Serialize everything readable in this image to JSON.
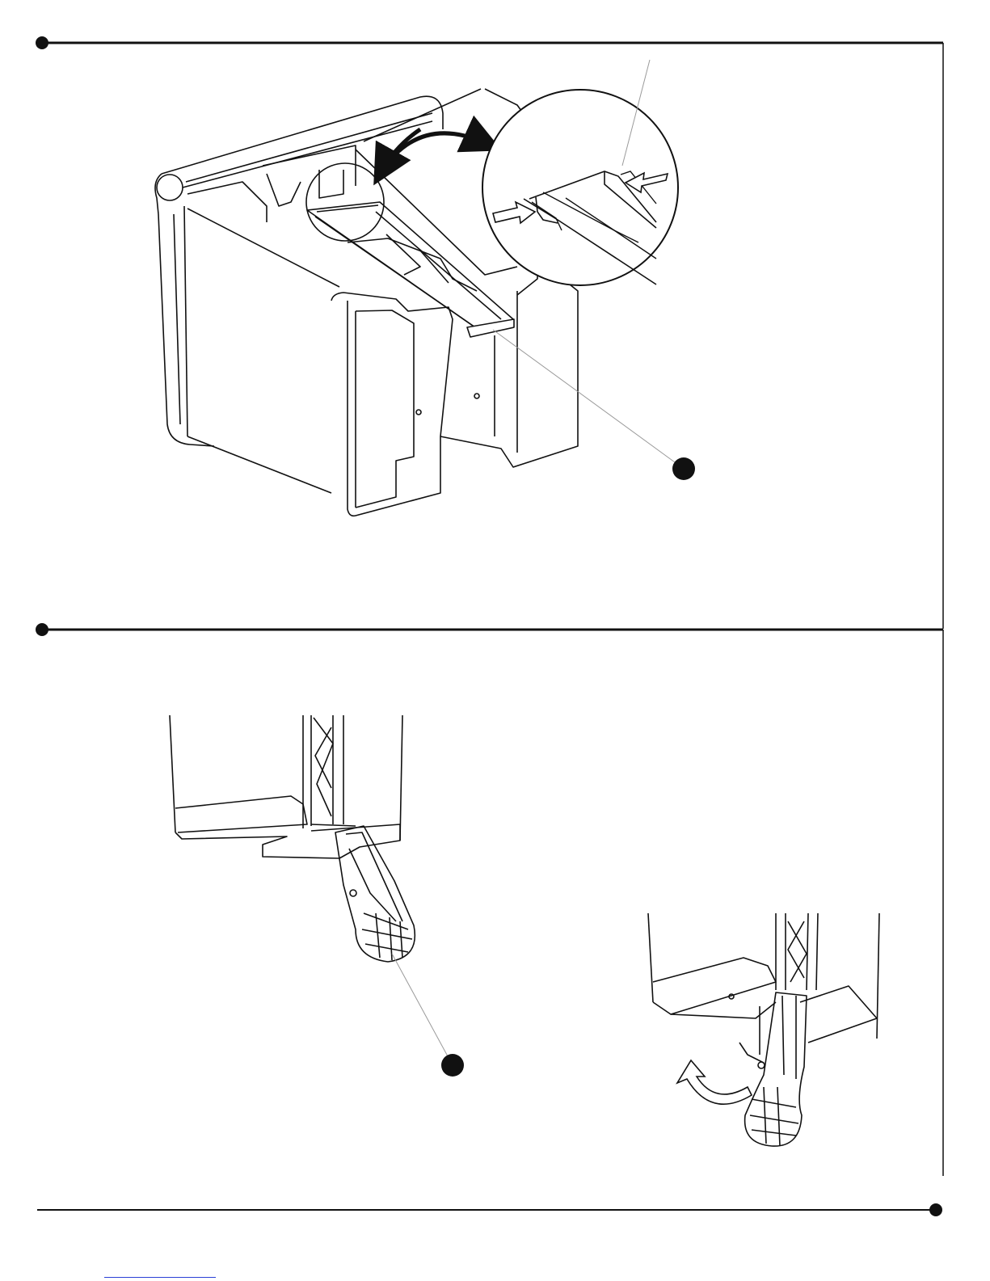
{
  "page": {
    "background": "#ffffff",
    "line_color": "#1a1a1a",
    "callout_line_color": "#9a9a9a",
    "link_color": "#2a3fd6"
  },
  "step_1": {
    "callout_marker": "filled-circle",
    "detail_view": "magnified-circle",
    "arrows": [
      "curved-double-arrow",
      "inward-arrow-left",
      "inward-arrow-right"
    ]
  },
  "step_2": {
    "callout_marker": "filled-circle",
    "arrows": [
      "rotate-arrow"
    ]
  }
}
